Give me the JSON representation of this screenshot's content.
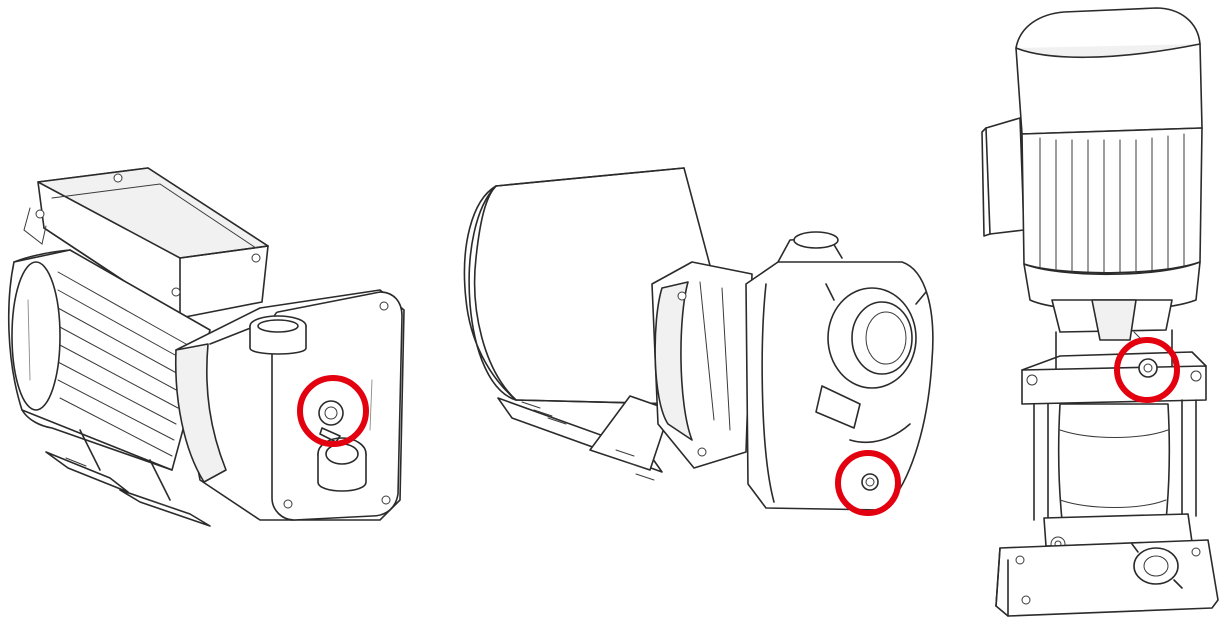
{
  "colors": {
    "drawing_line": "#2b2b2b",
    "highlight": "#e3000f",
    "background": "#ffffff"
  },
  "figures": [
    {
      "id": "horizontal-multistage-pump",
      "icon": "horizontal-multistage-pump-drawing",
      "highlight": "vent-plug-highlight"
    },
    {
      "id": "end-suction-pump",
      "icon": "end-suction-pump-drawing",
      "highlight": "drain-plug-highlight"
    },
    {
      "id": "vertical-multistage-pump",
      "icon": "vertical-multistage-pump-drawing",
      "highlight": "vent-screw-highlight"
    }
  ]
}
